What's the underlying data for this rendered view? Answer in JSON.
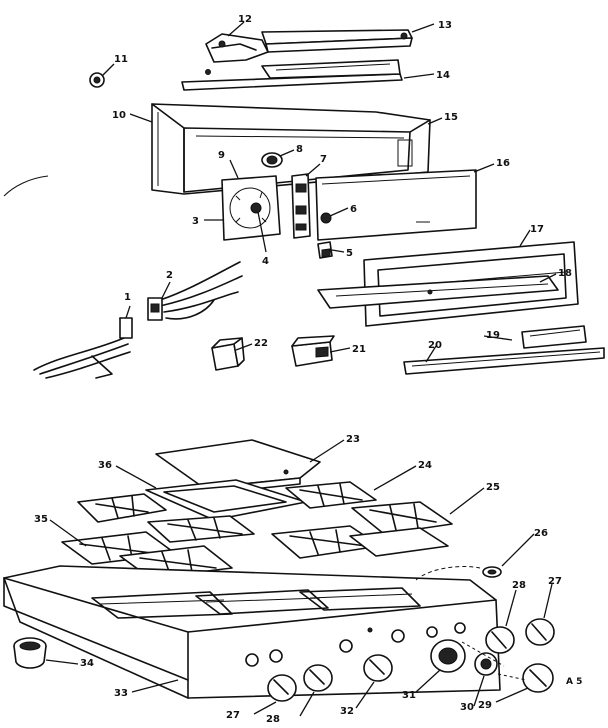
{
  "diagram": {
    "corner_code": "A 5",
    "callouts": [
      {
        "id": "c1",
        "text": "1"
      },
      {
        "id": "c2",
        "text": "2"
      },
      {
        "id": "c3",
        "text": "3"
      },
      {
        "id": "c4",
        "text": "4"
      },
      {
        "id": "c5",
        "text": "5"
      },
      {
        "id": "c6",
        "text": "6"
      },
      {
        "id": "c7",
        "text": "7"
      },
      {
        "id": "c8",
        "text": "8"
      },
      {
        "id": "c9",
        "text": "9"
      },
      {
        "id": "c10",
        "text": "10"
      },
      {
        "id": "c11",
        "text": "11"
      },
      {
        "id": "c12",
        "text": "12"
      },
      {
        "id": "c13",
        "text": "13"
      },
      {
        "id": "c14",
        "text": "14"
      },
      {
        "id": "c15",
        "text": "15"
      },
      {
        "id": "c16",
        "text": "16"
      },
      {
        "id": "c17",
        "text": "17"
      },
      {
        "id": "c18",
        "text": "18"
      },
      {
        "id": "c19",
        "text": "19"
      },
      {
        "id": "c20",
        "text": "20"
      },
      {
        "id": "c21",
        "text": "21"
      },
      {
        "id": "c22",
        "text": "22"
      },
      {
        "id": "c23",
        "text": "23"
      },
      {
        "id": "c24",
        "text": "24"
      },
      {
        "id": "c25",
        "text": "25"
      },
      {
        "id": "c26",
        "text": "26"
      },
      {
        "id": "c27a",
        "text": "27"
      },
      {
        "id": "c28a",
        "text": "28"
      },
      {
        "id": "c29",
        "text": "29"
      },
      {
        "id": "c30",
        "text": "30"
      },
      {
        "id": "c31",
        "text": "31"
      },
      {
        "id": "c32",
        "text": "32"
      },
      {
        "id": "c33",
        "text": "33"
      },
      {
        "id": "c34",
        "text": "34"
      },
      {
        "id": "c35",
        "text": "35"
      },
      {
        "id": "c36",
        "text": "36"
      },
      {
        "id": "c27b",
        "text": "27"
      },
      {
        "id": "c28b",
        "text": "28"
      }
    ]
  }
}
